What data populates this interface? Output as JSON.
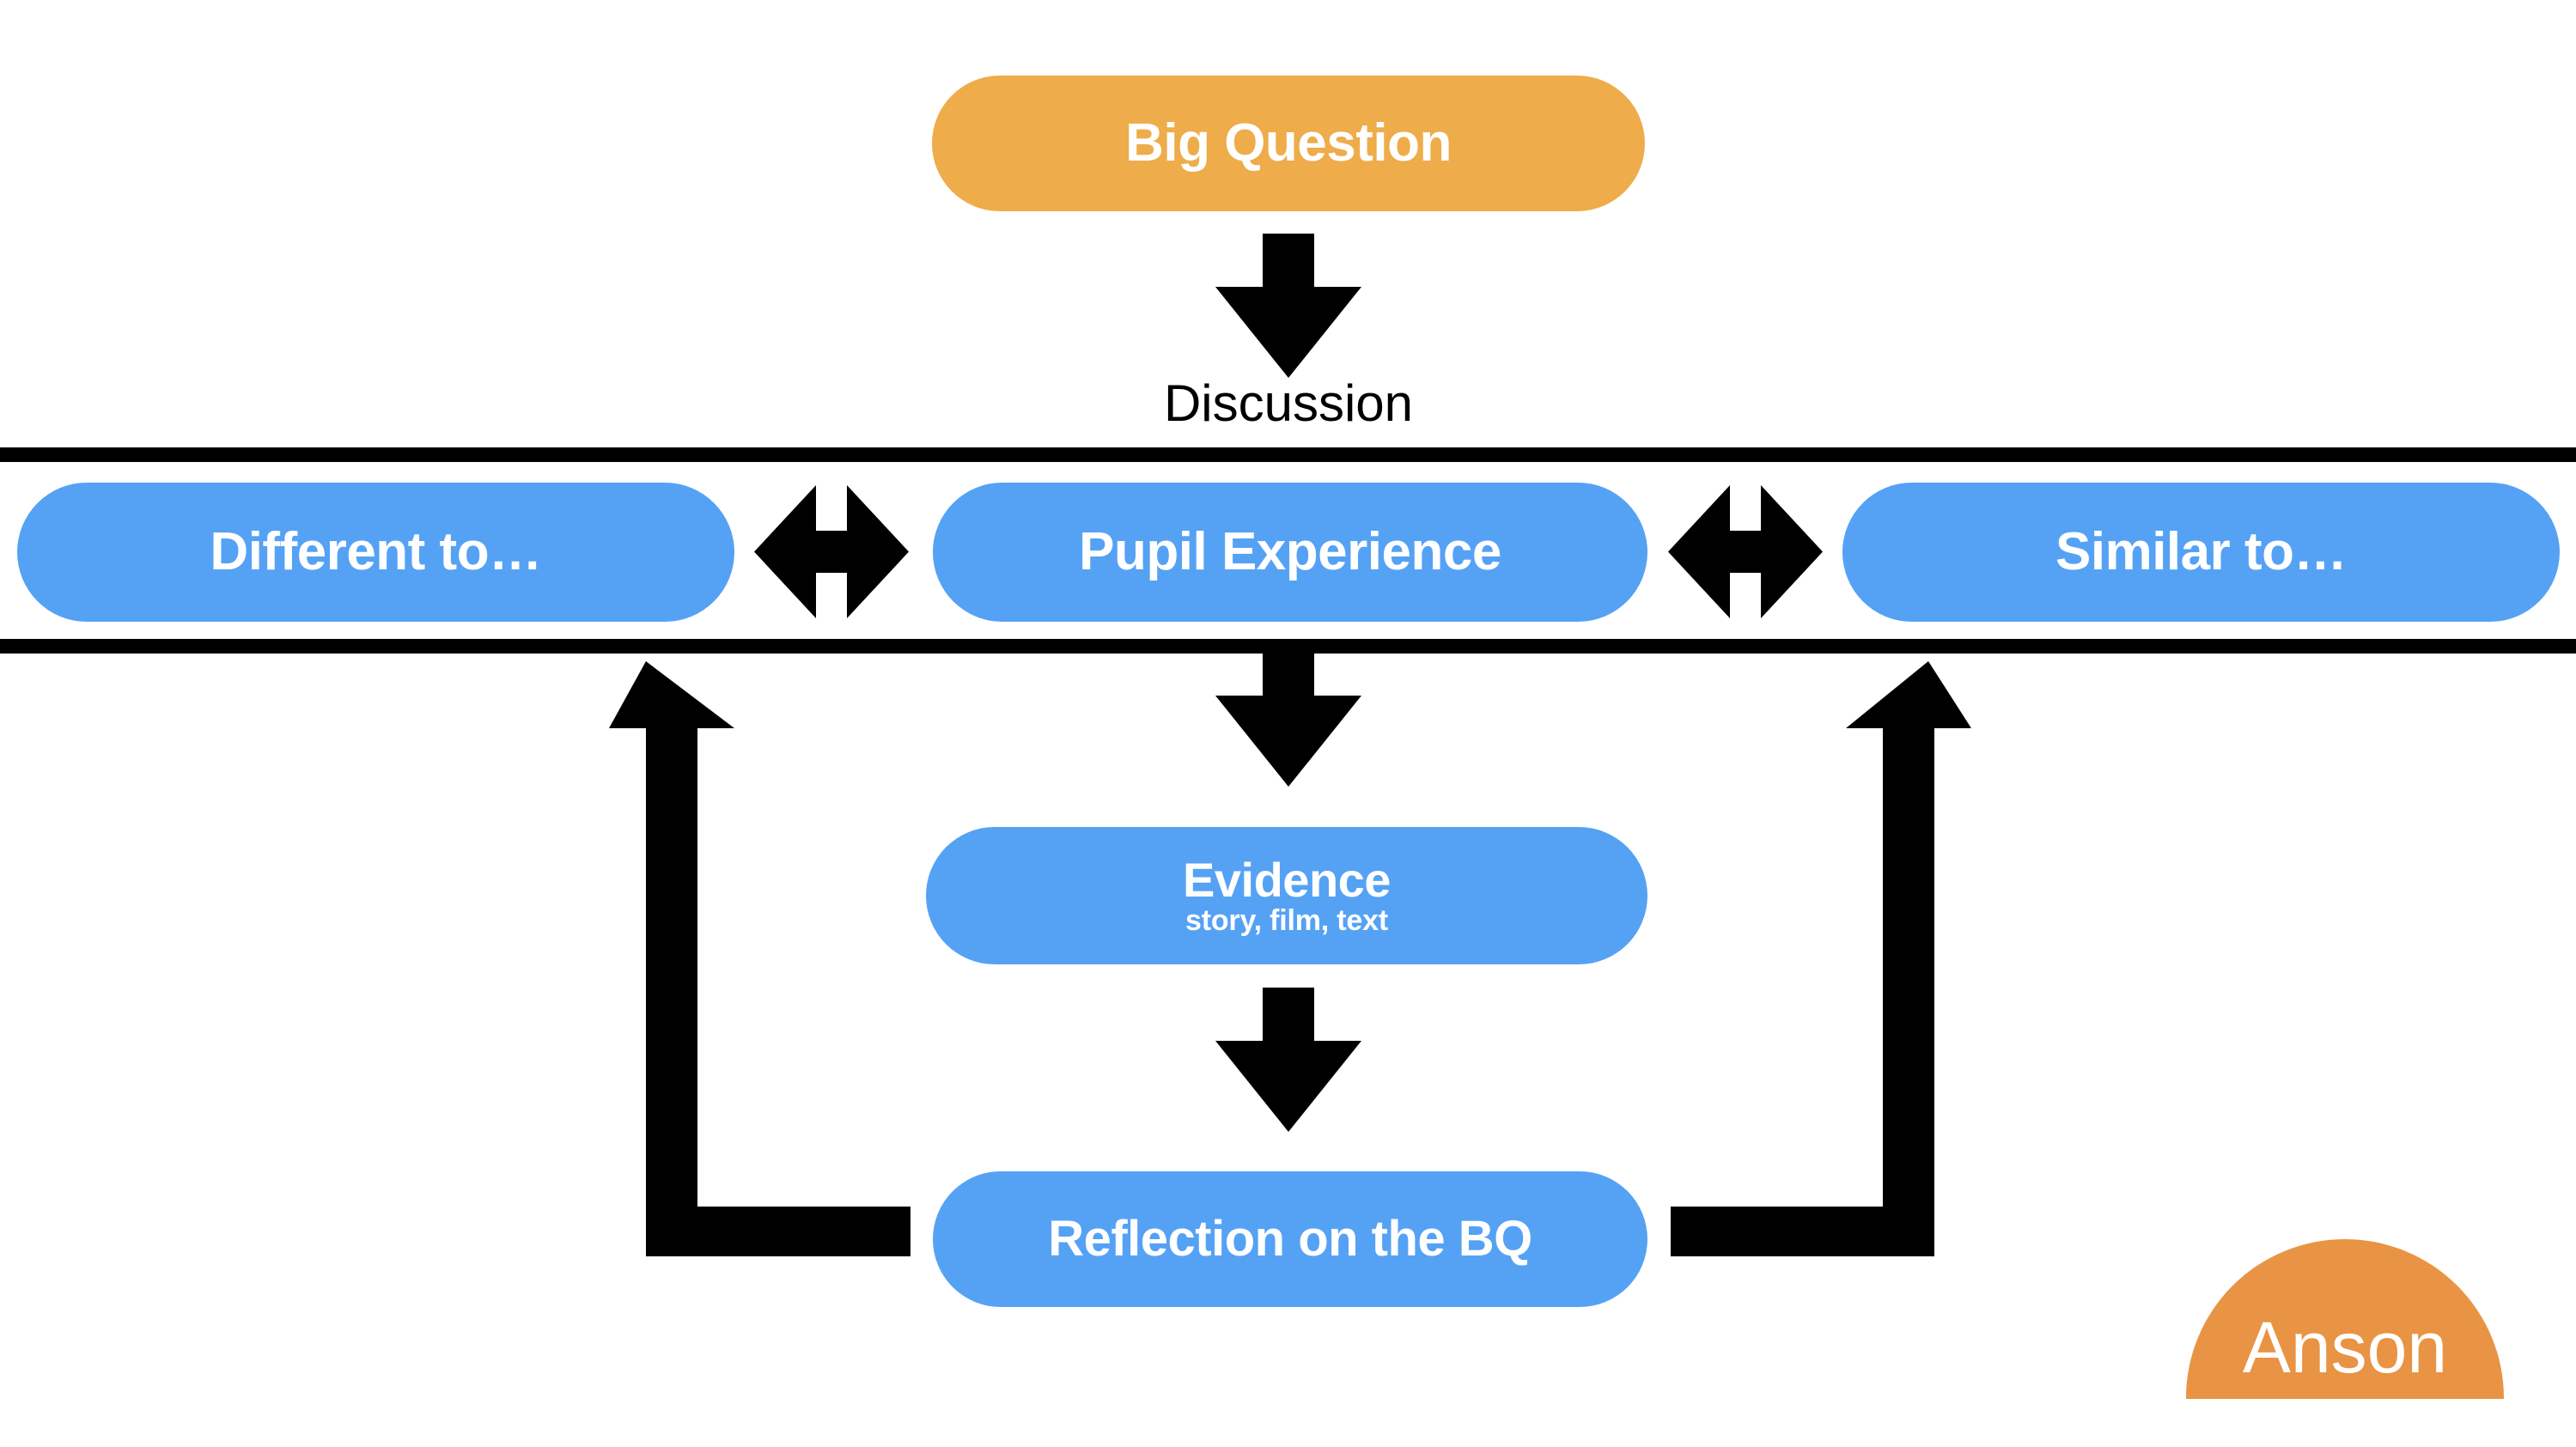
{
  "diagram": {
    "title": "Big Question teaching sequence flow",
    "colors": {
      "orange": "#EEAC4A",
      "blue": "#55A2F5",
      "logo_orange": "#E89444",
      "line_black": "#000000",
      "text_white": "#FFFFFF",
      "background": "#FFFFFF"
    },
    "nodes": {
      "big_question": {
        "label": "Big Question"
      },
      "different_to": {
        "label": "Different to…"
      },
      "pupil_experience": {
        "label": "Pupil Experience"
      },
      "similar_to": {
        "label": "Similar to…"
      },
      "evidence": {
        "label": "Evidence",
        "subtitle": "story, film, text"
      },
      "reflection": {
        "label": "Reflection on the BQ"
      }
    },
    "labels": {
      "discussion": "Discussion"
    },
    "arrows": {
      "big_question_to_band": "arrow-down-icon",
      "pupil_to_evidence": "arrow-down-icon",
      "evidence_to_reflection": "arrow-down-icon",
      "different_pupil_bidirectional": "arrow-left-right-icon",
      "pupil_similar_bidirectional": "arrow-left-right-icon",
      "reflection_to_different_return": "arrow-return-up-left-icon",
      "reflection_to_similar_return": "arrow-return-up-right-icon"
    },
    "logo": {
      "name": "Anson"
    }
  }
}
